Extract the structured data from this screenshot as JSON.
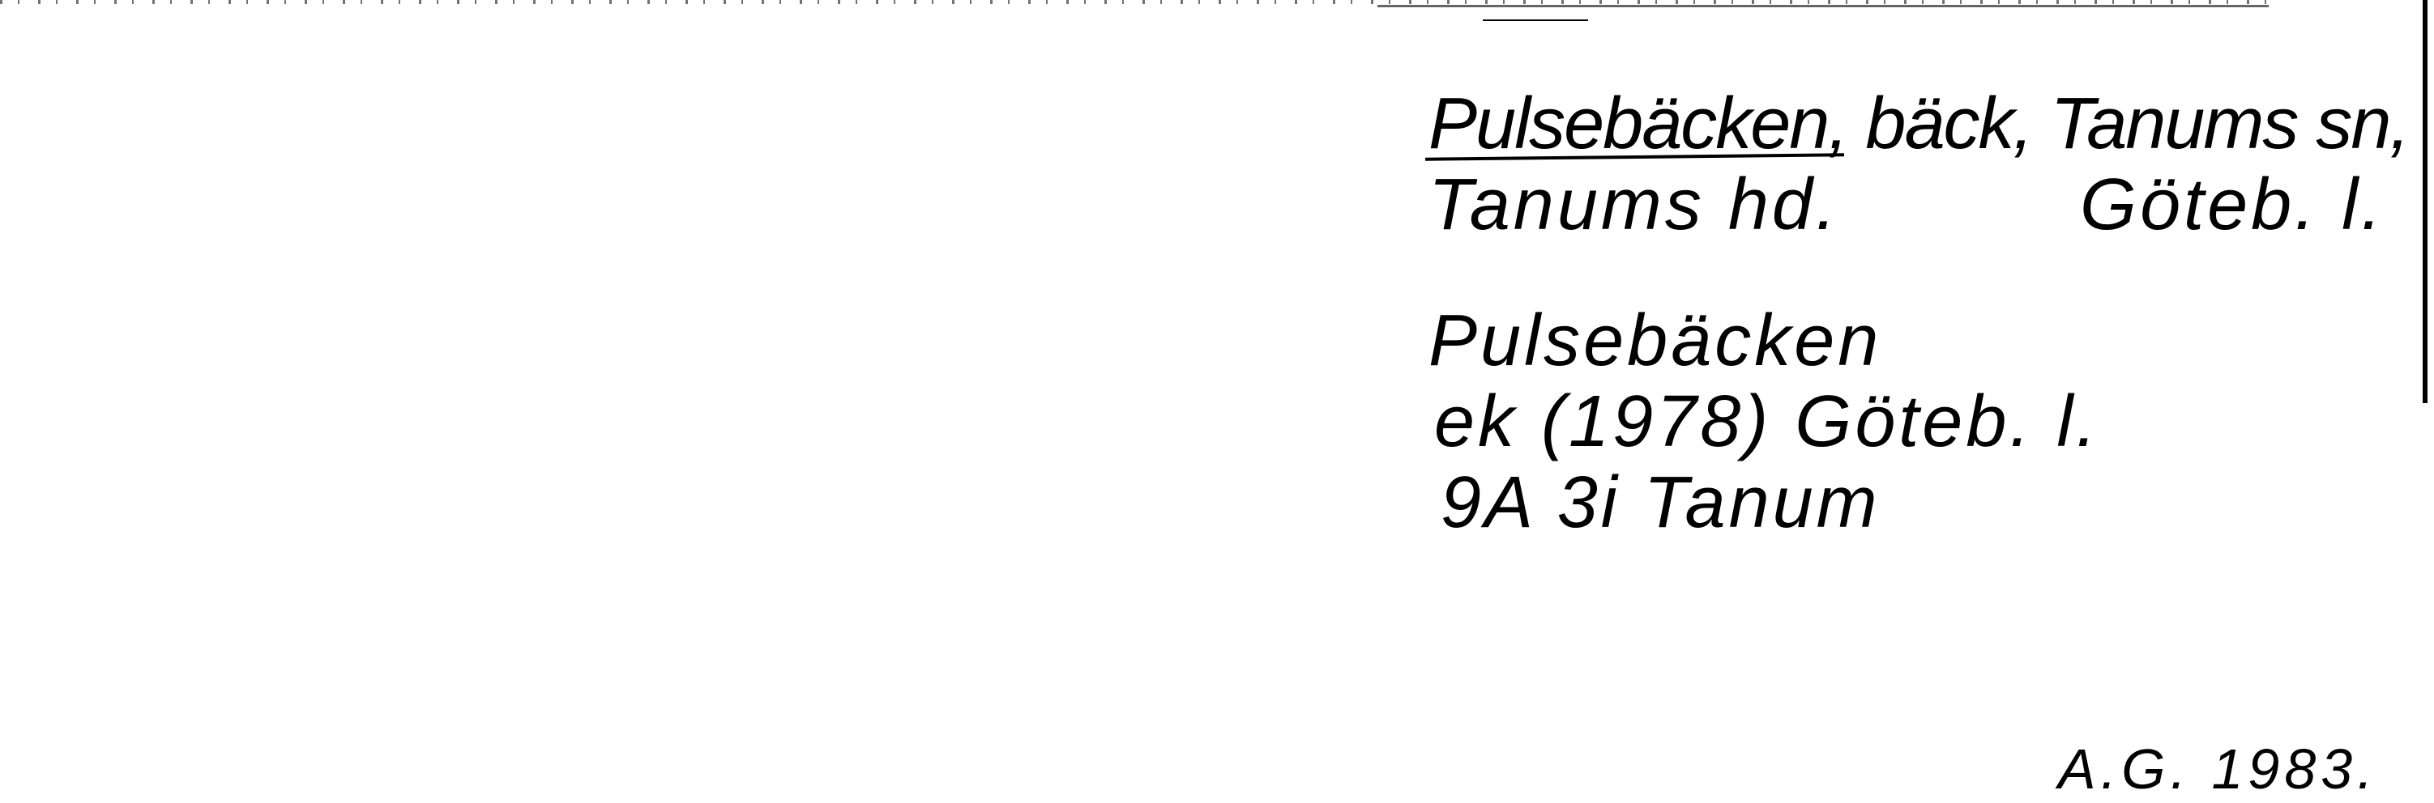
{
  "card": {
    "heading_name": "Pulsebäcken",
    "heading_rest": ", bäck, Tanums sn,",
    "heading_line2": "Tanums hd.",
    "county": "Göteb. l.",
    "entry_name": "Pulsebäcken",
    "entry_source": "ek (1978) Göteb. l.",
    "entry_map": "9A 3i Tanum",
    "signature": "A.G. 1983."
  }
}
